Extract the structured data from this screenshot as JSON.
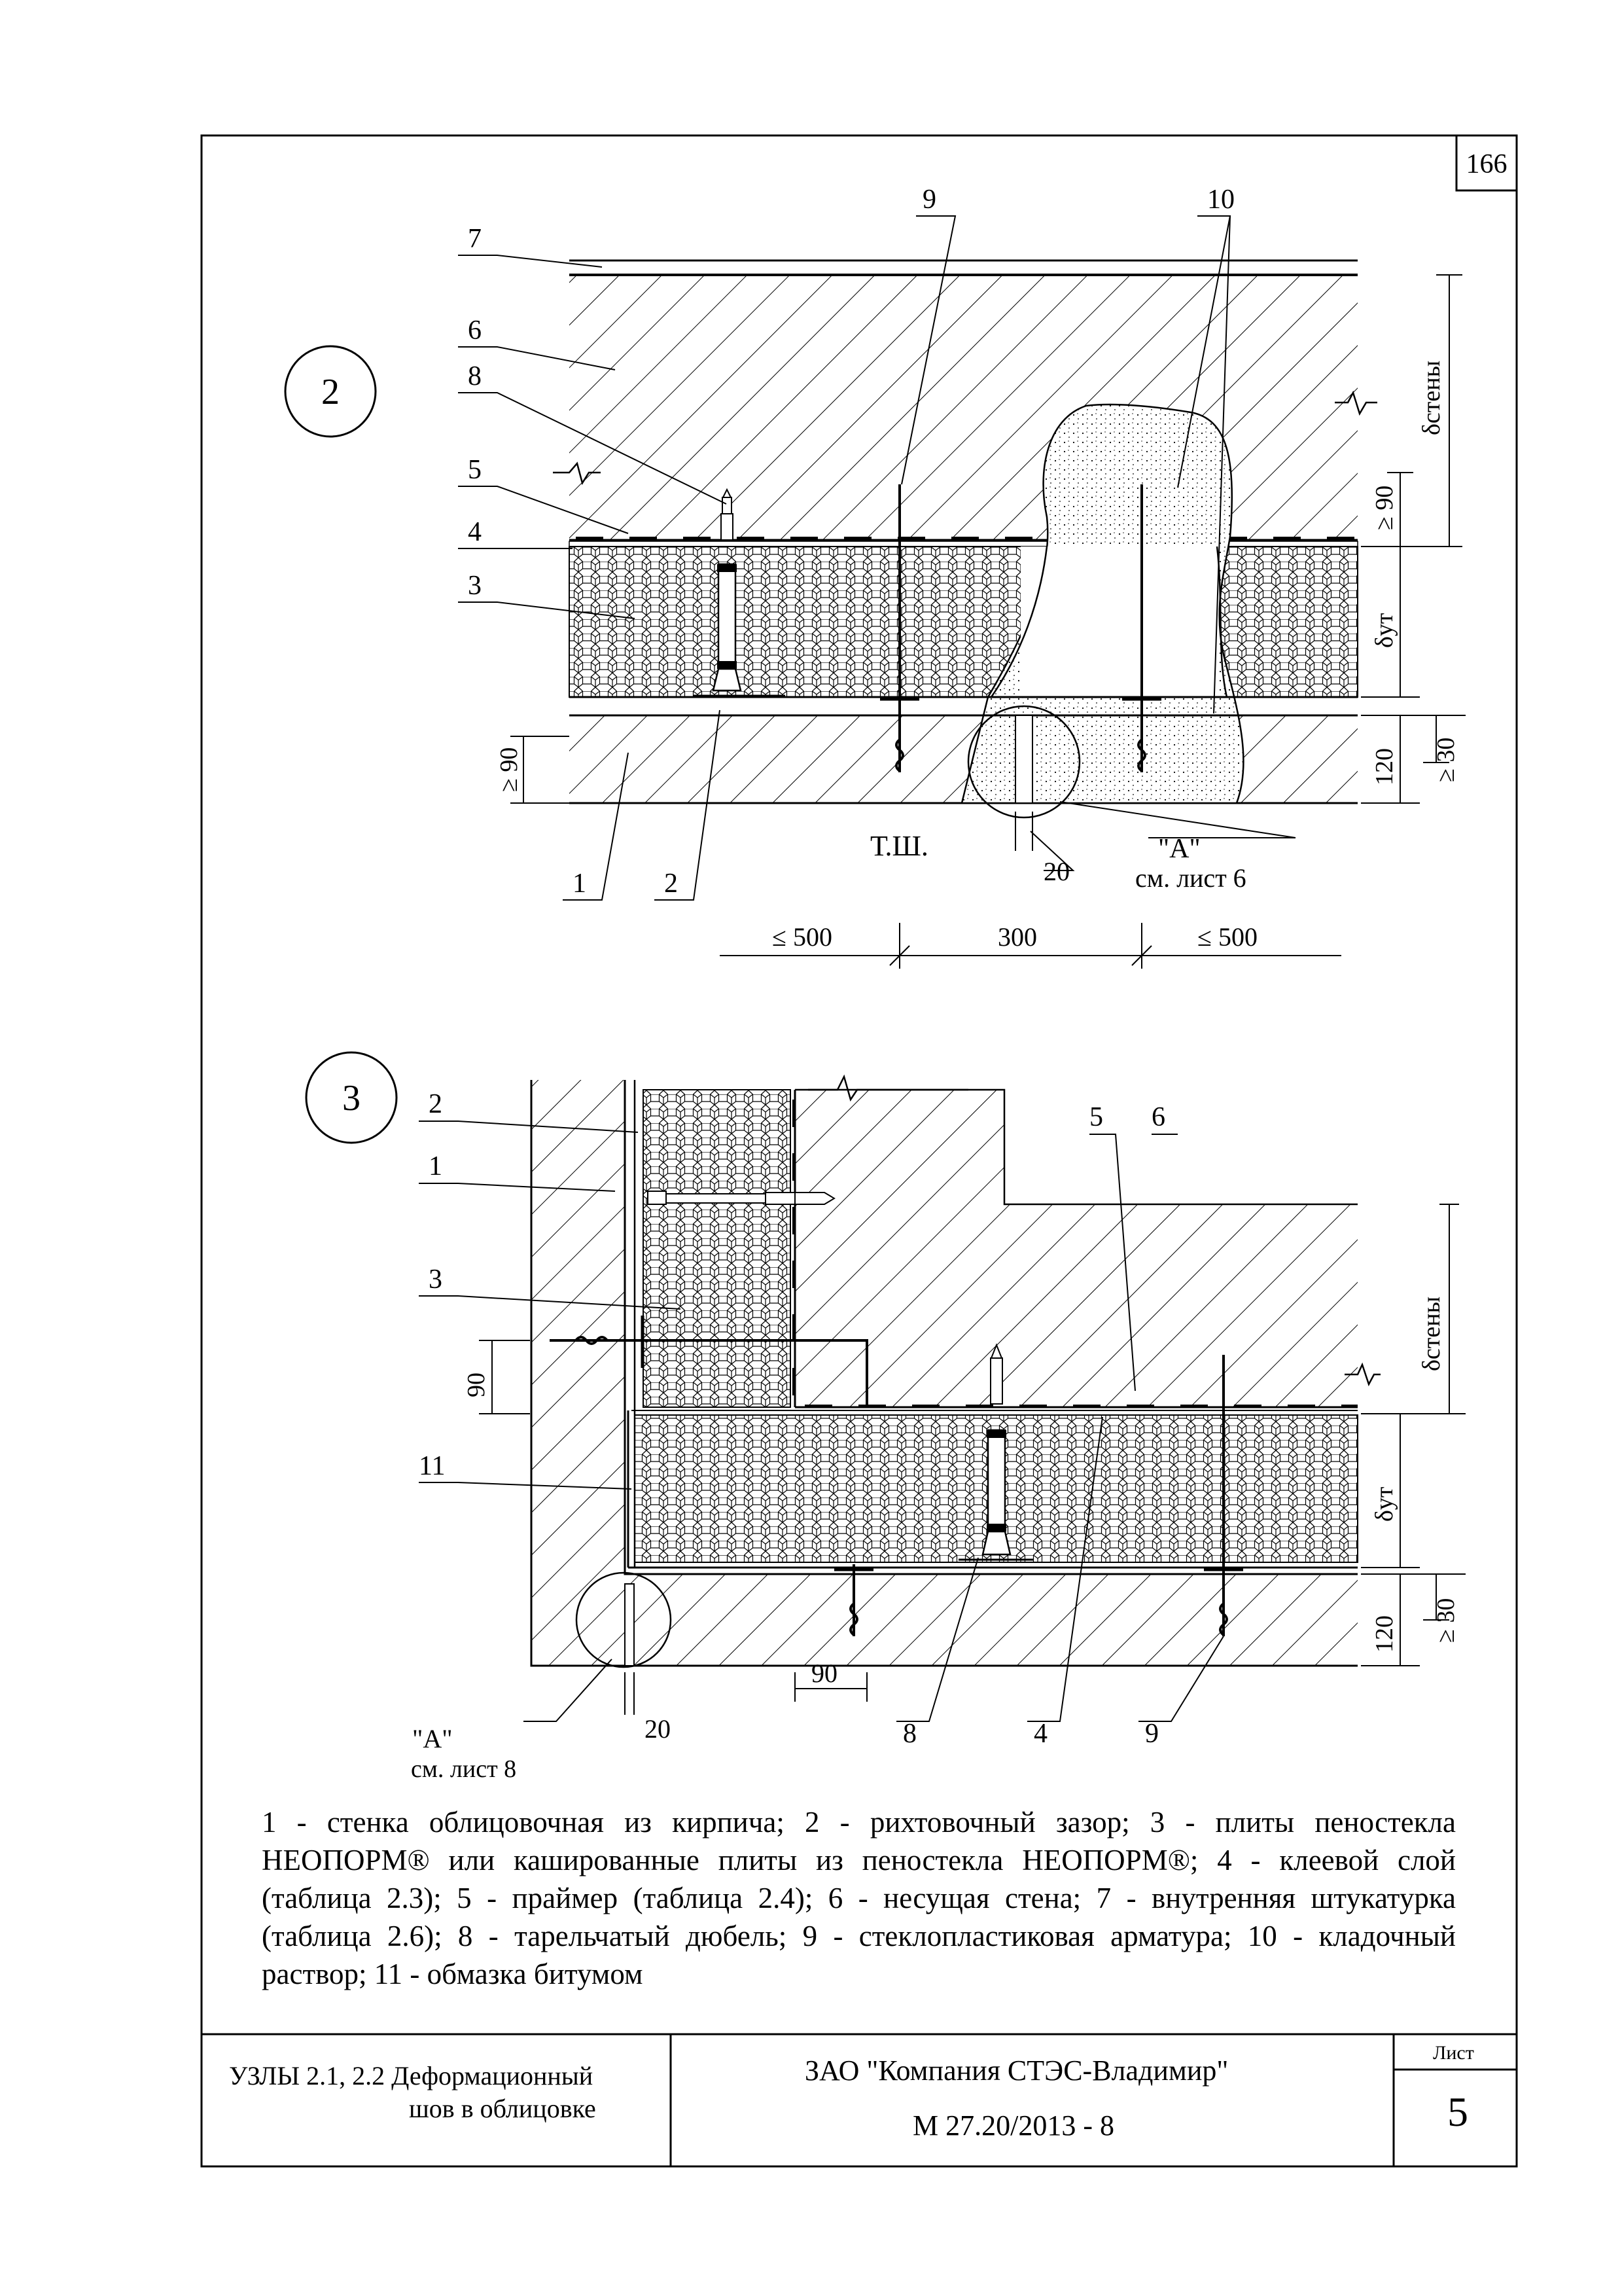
{
  "sheet_no": "166",
  "detail_2": {
    "number": "2",
    "callouts": [
      "7",
      "6",
      "8",
      "5",
      "4",
      "3",
      "1",
      "2",
      "9",
      "10"
    ],
    "dims": {
      "wall": "δстены",
      "min90_top": "≥ 90",
      "insul": "δут",
      "min90_left": "≥ 90",
      "brick": "120",
      "min30": "≥ 30",
      "a": "≤ 500",
      "b": "300",
      "c": "≤ 500",
      "gap": "20"
    },
    "ts": "Т.Ш.",
    "view_ref": "\"А\"",
    "view_sheet": "см. лист 6"
  },
  "detail_3": {
    "number": "3",
    "callouts": [
      "2",
      "1",
      "3",
      "11",
      "5",
      "6",
      "8",
      "4",
      "9"
    ],
    "dims": {
      "d90_left": "90",
      "wall": "δстены",
      "insul": "δут",
      "brick": "120",
      "min30": "≥ 30",
      "d90_bottom": "90",
      "gap": "20"
    },
    "view_ref": "\"А\"",
    "view_sheet": "см. лист 8"
  },
  "legend": "1 - стенка облицовочная из кирпича; 2 - рихтовочный зазор; 3 - плиты пеностекла НЕОПОРМ® или кашированные плиты из пеностекла НЕОПОРМ®; 4 - клеевой слой (таблица 2.3); 5 - праймер (таблица 2.4); 6 - несущая стена; 7 - внутренняя штукатурка (таблица 2.6); 8 - тарельчатый дюбель; 9 - стеклопластиковая арматура; 10 - кладочный раствор; 11 - обмазка битумом",
  "title_block": {
    "title_line1": "УЗЛЫ 2.1, 2.2 Деформационный",
    "title_line2": "шов в облицовке",
    "company": "ЗАО \"Компания СТЭС-Владимир\"",
    "code": "М 27.20/2013 - 8",
    "sheet_label": "Лист",
    "sheet": "5"
  }
}
